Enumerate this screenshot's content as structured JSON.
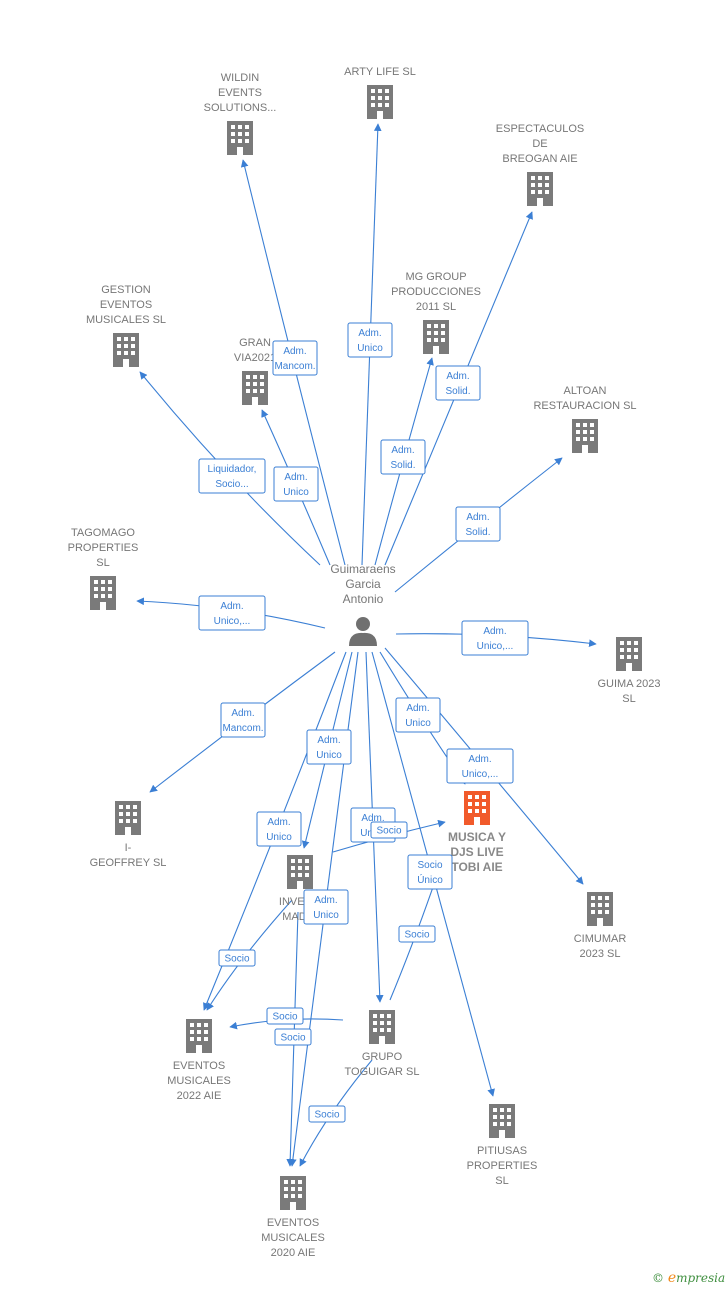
{
  "colors": {
    "edge": "#3b7fd4",
    "building": "#7a7a7a",
    "building_focus": "#f15a2b",
    "person": "#707070"
  },
  "person": {
    "label_lines": [
      "Guimaraens",
      "Garcia",
      "Antonio"
    ],
    "icon": "person-icon"
  },
  "companies": [
    {
      "id": "wildin",
      "lines": [
        "WILDIN",
        "EVENTS",
        "SOLUTIONS..."
      ],
      "icon": "building-icon"
    },
    {
      "id": "arty",
      "lines": [
        "ARTY LIFE  SL"
      ],
      "icon": "building-icon"
    },
    {
      "id": "espectaculos",
      "lines": [
        "ESPECTACULOS",
        "DE",
        "BREOGAN AIE"
      ],
      "icon": "building-icon"
    },
    {
      "id": "gestion",
      "lines": [
        "GESTION",
        "EVENTOS",
        "MUSICALES SL"
      ],
      "icon": "building-icon"
    },
    {
      "id": "mg",
      "lines": [
        "MG GROUP",
        "PRODUCCIONES",
        "2011 SL"
      ],
      "icon": "building-icon"
    },
    {
      "id": "granvia",
      "lines": [
        "GRAN",
        "VIA2021"
      ],
      "icon": "building-icon"
    },
    {
      "id": "altoan",
      "lines": [
        "ALTOAN",
        "RESTAURACION SL"
      ],
      "icon": "building-icon"
    },
    {
      "id": "tagomago",
      "lines": [
        "TAGOMAGO",
        "PROPERTIES",
        "SL"
      ],
      "icon": "building-icon"
    },
    {
      "id": "guima",
      "lines": [
        "GUIMA 2023",
        "SL"
      ],
      "icon": "building-icon"
    },
    {
      "id": "geoffrey",
      "lines": [
        "I-",
        "GEOFFREY  SL"
      ],
      "icon": "building-icon"
    },
    {
      "id": "musica",
      "lines": [
        "MUSICA Y",
        "DJS LIVE",
        "TOBI AIE"
      ],
      "icon": "building-icon",
      "focus": true
    },
    {
      "id": "cimumar",
      "lines": [
        "CIMUMAR",
        "2023  SL"
      ],
      "icon": "building-icon"
    },
    {
      "id": "invergu",
      "lines": [
        "INVERG",
        "MADRI"
      ],
      "icon": "building-icon"
    },
    {
      "id": "eventos2022",
      "lines": [
        "EVENTOS",
        "MUSICALES",
        "2022 AIE"
      ],
      "icon": "building-icon"
    },
    {
      "id": "toguigar",
      "lines": [
        "GRUPO",
        "TOGUIGAR SL"
      ],
      "icon": "building-icon"
    },
    {
      "id": "pitiusas",
      "lines": [
        "PITIUSAS",
        "PROPERTIES",
        "SL"
      ],
      "icon": "building-icon"
    },
    {
      "id": "eventos2020",
      "lines": [
        "EVENTOS",
        "MUSICALES",
        "2020 AIE"
      ],
      "icon": "building-icon"
    }
  ],
  "relations": [
    {
      "id": "r-wildin",
      "lines": [
        "Adm.",
        "Mancom."
      ]
    },
    {
      "id": "r-arty",
      "lines": [
        "Adm.",
        "Unico"
      ]
    },
    {
      "id": "r-espect",
      "lines": [
        "Adm.",
        "Solid."
      ]
    },
    {
      "id": "r-mg",
      "lines": [
        "Adm.",
        "Solid."
      ]
    },
    {
      "id": "r-gestion",
      "lines": [
        "Liquidador,",
        "Socio..."
      ]
    },
    {
      "id": "r-granvia",
      "lines": [
        "Adm.",
        "Unico"
      ]
    },
    {
      "id": "r-altoan",
      "lines": [
        "Adm.",
        "Solid."
      ]
    },
    {
      "id": "r-tagomago",
      "lines": [
        "Adm.",
        "Unico,..."
      ]
    },
    {
      "id": "r-guima",
      "lines": [
        "Adm.",
        "Unico,..."
      ]
    },
    {
      "id": "r-geoffrey",
      "lines": [
        "Adm.",
        "Mancom."
      ]
    },
    {
      "id": "r-musica",
      "lines": [
        "Adm.",
        "Unico"
      ]
    },
    {
      "id": "r-cimumar",
      "lines": [
        "Adm.",
        "Unico,..."
      ]
    },
    {
      "id": "r-invergu",
      "lines": [
        "Adm.",
        "Unico"
      ]
    },
    {
      "id": "r-ev2022",
      "lines": [
        "Adm.",
        "Unico"
      ]
    },
    {
      "id": "r-toguigar",
      "lines": [
        "Adm.",
        "Unico"
      ]
    },
    {
      "id": "r-ev2020",
      "lines": [
        "Adm.",
        "Unico"
      ]
    },
    {
      "id": "r-socio-inv-mus",
      "lines": [
        "Socio"
      ]
    },
    {
      "id": "r-socio-unico",
      "lines": [
        "Socio",
        "Único"
      ]
    },
    {
      "id": "r-socio-tog-mus",
      "lines": [
        "Socio"
      ]
    },
    {
      "id": "r-socio-inv-22",
      "lines": [
        "Socio"
      ]
    },
    {
      "id": "r-socio-tog-22",
      "lines": [
        "Socio"
      ]
    },
    {
      "id": "r-socio-inv-20",
      "lines": [
        "Socio"
      ]
    },
    {
      "id": "r-socio-tog-20",
      "lines": [
        "Socio"
      ]
    }
  ],
  "watermark": {
    "copyright": "©",
    "brand_initial": "e",
    "brand_rest": "mpresia"
  }
}
